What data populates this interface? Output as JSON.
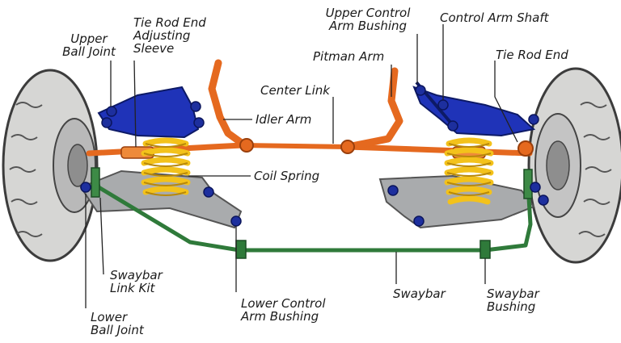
{
  "colors": {
    "tire": "#d6d6d4",
    "tire_dark": "#3c3c3c",
    "hub": "#b9b9b9",
    "control_arm_upper": "#1f33b8",
    "control_arm_lower": "#a9abad",
    "linkage": "#e5691f",
    "spring": "#f3c21b",
    "swaybar": "#2f7a3a",
    "bolt": "#1d2f9e",
    "leader": "#222222"
  },
  "labels": {
    "upper_ball_joint": [
      "Upper",
      "Ball Joint"
    ],
    "tie_rod_end_adjusting_sleeve": [
      "Tie Rod End",
      "Adjusting",
      "Sleeve"
    ],
    "upper_control_arm_bushing": [
      "Upper Control",
      "Arm Bushing"
    ],
    "control_arm_shaft": "Control Arm Shaft",
    "pitman_arm": "Pitman Arm",
    "tie_rod_end": "Tie Rod End",
    "center_link": "Center Link",
    "idler_arm": "Idler Arm",
    "coil_spring": "Coil Spring",
    "swaybar_link_kit": [
      "Swaybar",
      "Link Kit"
    ],
    "lower_ball_joint": [
      "Lower",
      "Ball Joint"
    ],
    "lower_control_arm_bushing": [
      "Lower Control",
      "Arm Bushing"
    ],
    "swaybar": "Swaybar",
    "swaybar_bushing": [
      "Swaybar",
      "Bushing"
    ]
  }
}
